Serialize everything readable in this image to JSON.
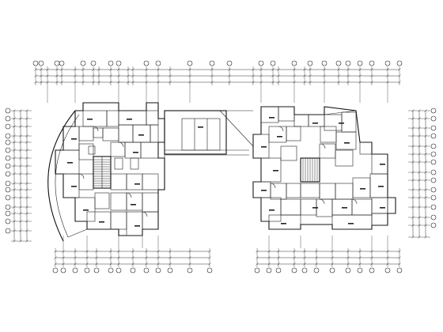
{
  "drawing": {
    "type": "cad-floor-plan",
    "line_color": "#111111",
    "background": "#ffffff",
    "buildings": [
      "left-tower",
      "right-tower"
    ],
    "connector": "corridor-bridge"
  }
}
